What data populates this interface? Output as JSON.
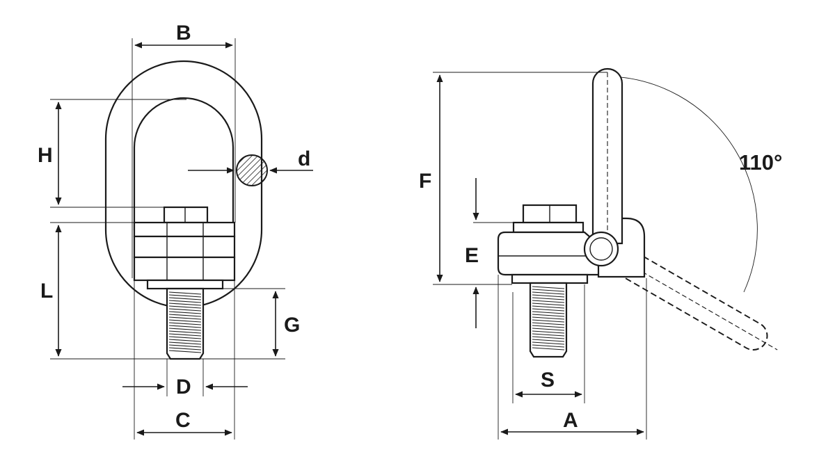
{
  "figure": {
    "labels": {
      "B": "B",
      "H": "H",
      "d": "d",
      "L": "L",
      "G": "G",
      "D": "D",
      "C": "C",
      "F": "F",
      "E": "E",
      "S": "S",
      "A": "A",
      "angle": "110°"
    }
  }
}
